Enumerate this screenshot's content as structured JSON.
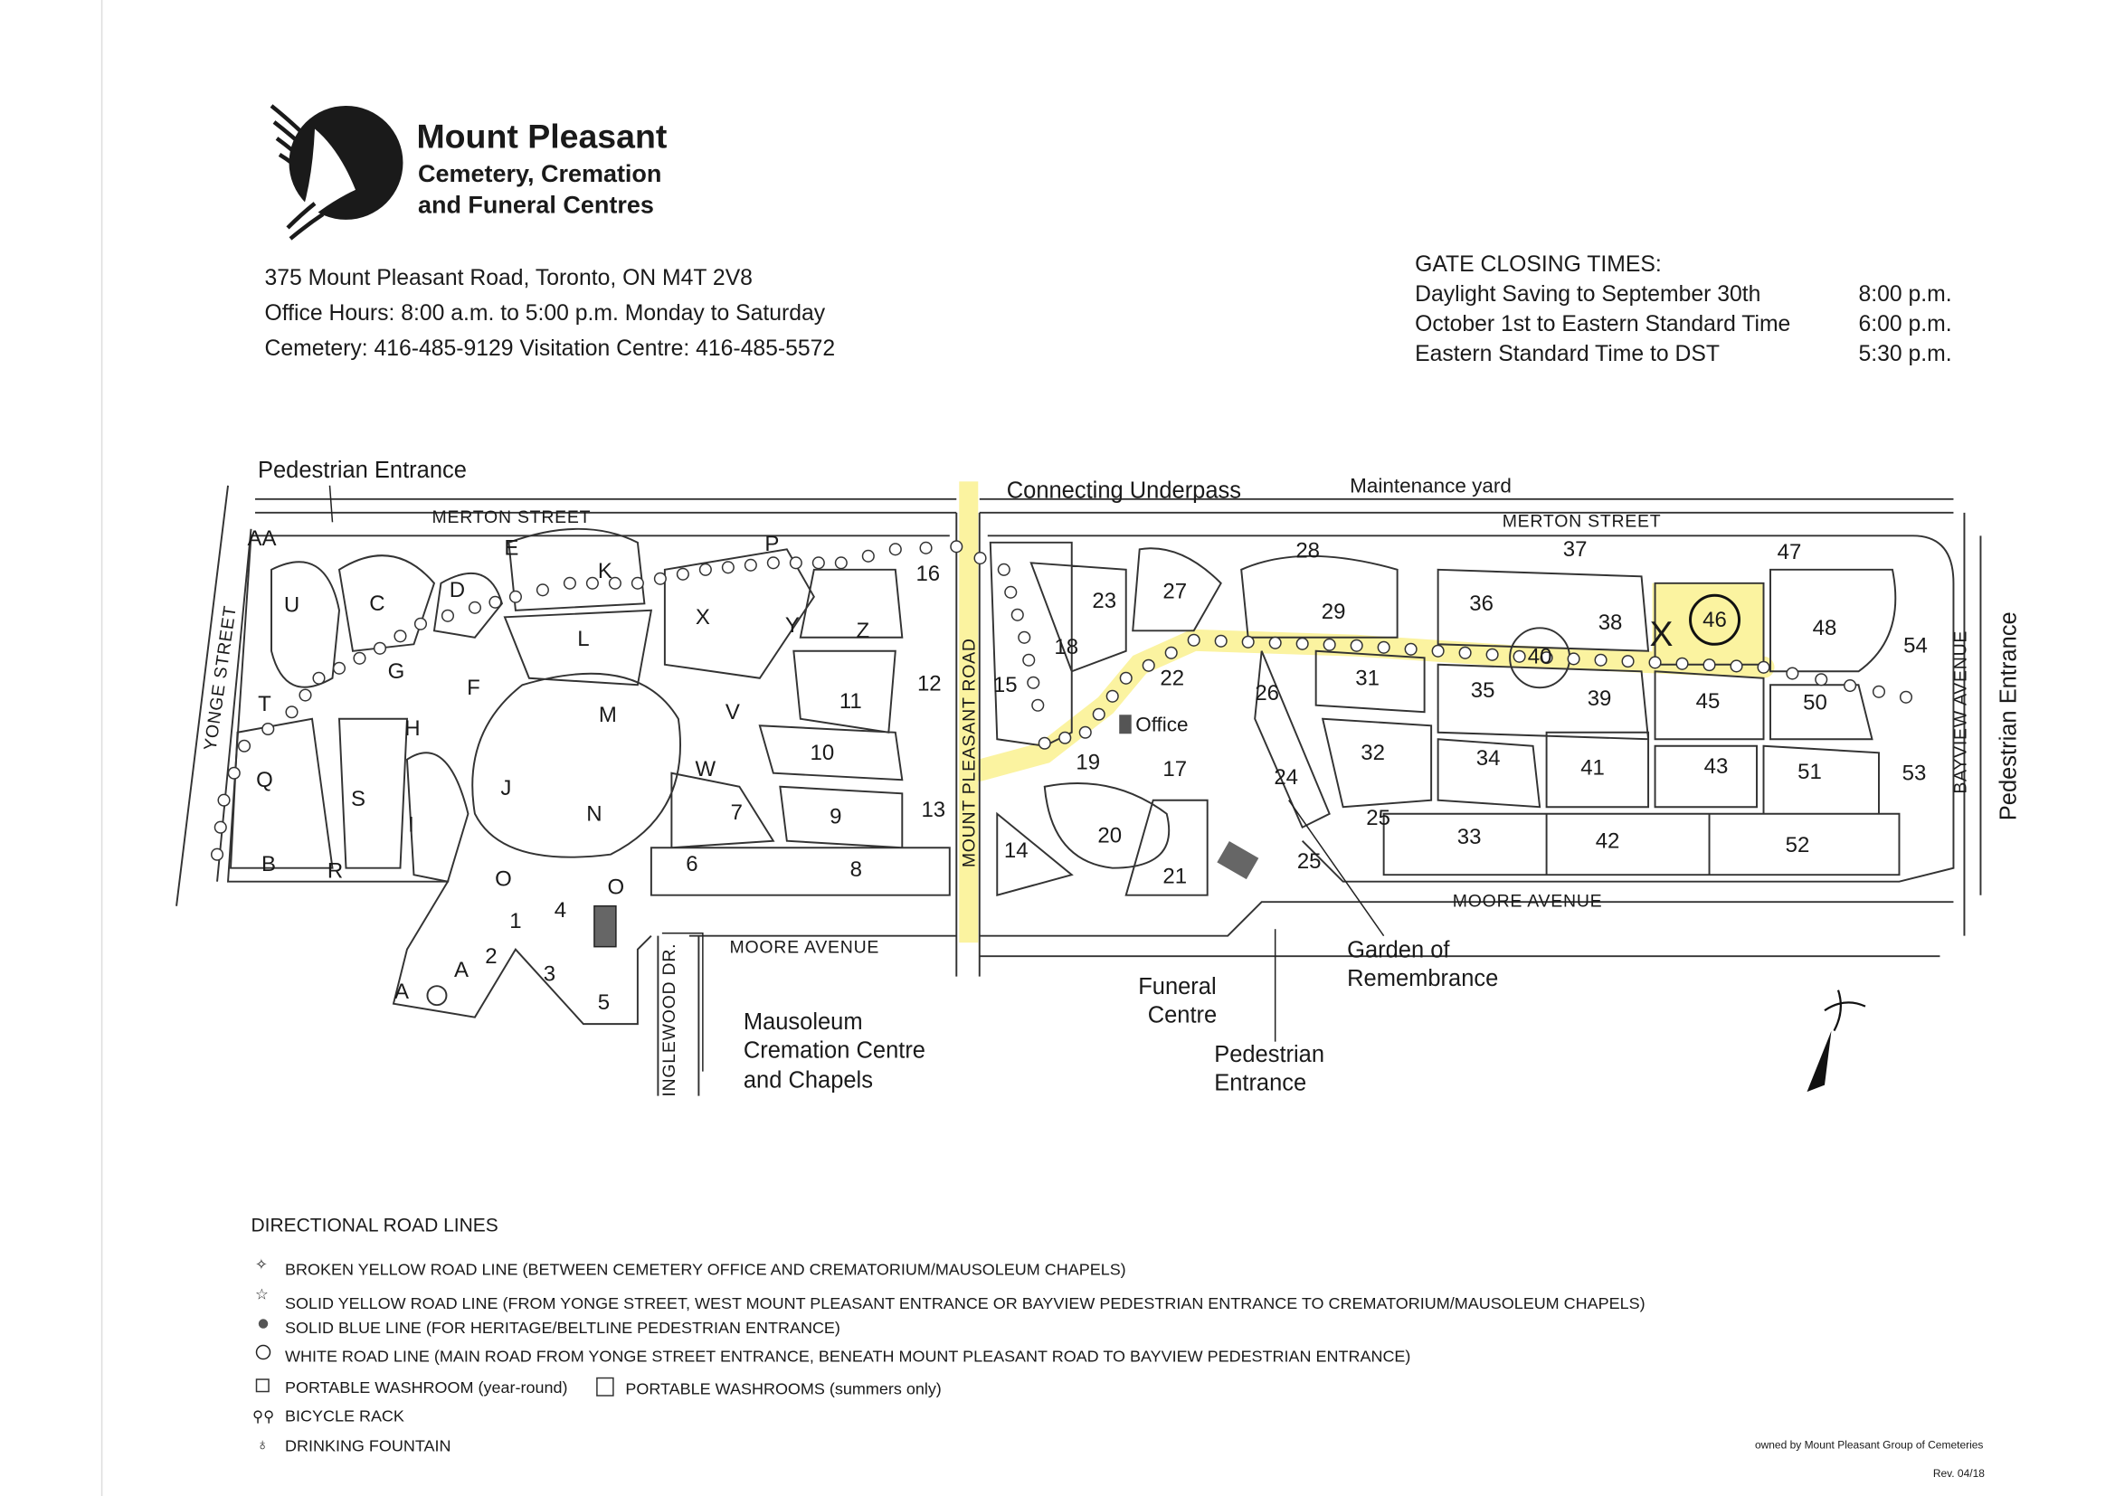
{
  "header": {
    "brand_title": "Mount Pleasant",
    "brand_sub1": "Cemetery, Cremation",
    "brand_sub2": "and Funeral Centres",
    "address": "375 Mount Pleasant Road, Toronto, ON M4T 2V8",
    "office_hours": "Office Hours: 8:00 a.m. to 5:00 p.m. Monday to Saturday",
    "phones": "Cemetery: 416-485-9129  Visitation Centre: 416-485-5572"
  },
  "gate_closing": {
    "title": "GATE CLOSING TIMES:",
    "rows": [
      {
        "period": "Daylight Saving to September 30th",
        "time": "8:00 p.m."
      },
      {
        "period": "October 1st to Eastern Standard Time",
        "time": "6:00 p.m."
      },
      {
        "period": "Eastern Standard Time to DST",
        "time": "5:30 p.m."
      }
    ]
  },
  "streets": {
    "merton_west": "MERTON STREET",
    "merton_east": "MERTON STREET",
    "moore_west": "MOORE AVENUE",
    "moore_east": "MOORE AVENUE",
    "yonge": "YONGE STREET",
    "mount_pleasant": "MOUNT PLEASANT ROAD",
    "bayview": "BAYVIEW AVENUE",
    "inglewood": "INGLEWOOD DR."
  },
  "callouts": {
    "ped_entrance_nw": "Pedestrian Entrance",
    "underpass": "Connecting Underpass",
    "maintenance": "Maintenance yard",
    "ped_entrance_e": "Pedestrian Entrance",
    "office": "Office",
    "funeral_1": "Funeral",
    "funeral_2": "Centre",
    "ped_entrance_s1": "Pedestrian",
    "ped_entrance_s2": "Entrance",
    "garden_1": "Garden of",
    "garden_2": "Remembrance",
    "mausoleum_1": "Mausoleum",
    "mausoleum_2": "Cremation Centre",
    "mausoleum_3": "and Chapels",
    "marked_section": "46",
    "marker": "X"
  },
  "sections": [
    "AA",
    "E",
    "K",
    "P",
    "16",
    "D",
    "C",
    "U",
    "X",
    "Y",
    "Z",
    "L",
    "G",
    "F",
    "12",
    "11",
    "V",
    "M",
    "H",
    "T",
    "10",
    "J",
    "S",
    "Q",
    "I",
    "W",
    "7",
    "9",
    "13",
    "N",
    "6",
    "8",
    "O",
    "O",
    "B",
    "R",
    "1",
    "4",
    "2",
    "A",
    "A",
    "3",
    "5",
    "15",
    "18",
    "23",
    "27",
    "22",
    "19",
    "17",
    "14",
    "20",
    "21",
    "26",
    "24",
    "25",
    "25",
    "28",
    "29",
    "31",
    "32",
    "36",
    "37",
    "38",
    "40",
    "35",
    "39",
    "34",
    "33",
    "41",
    "42",
    "45",
    "43",
    "47",
    "48",
    "50",
    "51",
    "52",
    "54",
    "53"
  ],
  "legend": {
    "title": "DIRECTIONAL ROAD LINES",
    "items": [
      "BROKEN YELLOW ROAD LINE (BETWEEN CEMETERY OFFICE AND CREMATORIUM/MAUSOLEUM CHAPELS)",
      "SOLID YELLOW ROAD LINE (FROM YONGE STREET, WEST MOUNT PLEASANT ENTRANCE OR BAYVIEW PEDESTRIAN ENTRANCE TO CREMATORIUM/MAUSOLEUM CHAPELS)",
      "SOLID BLUE LINE (FOR HERITAGE/BELTLINE PEDESTRIAN ENTRANCE)",
      "WHITE ROAD LINE (MAIN ROAD FROM YONGE STREET ENTRANCE, BENEATH MOUNT PLEASANT ROAD TO BAYVIEW PEDESTRIAN ENTRANCE)"
    ],
    "washroom_year": "PORTABLE WASHROOM (year-round)",
    "washroom_summer": "PORTABLE WASHROOMS (summers only)",
    "bicycle": "BICYCLE RACK",
    "fountain": "DRINKING FOUNTAIN"
  },
  "footer": {
    "owner": "owned by Mount Pleasant Group of Cemeteries",
    "revision": "Rev. 04/18"
  },
  "colors": {
    "highlight": "#fbf3a0",
    "ink": "#1a1a1a"
  }
}
